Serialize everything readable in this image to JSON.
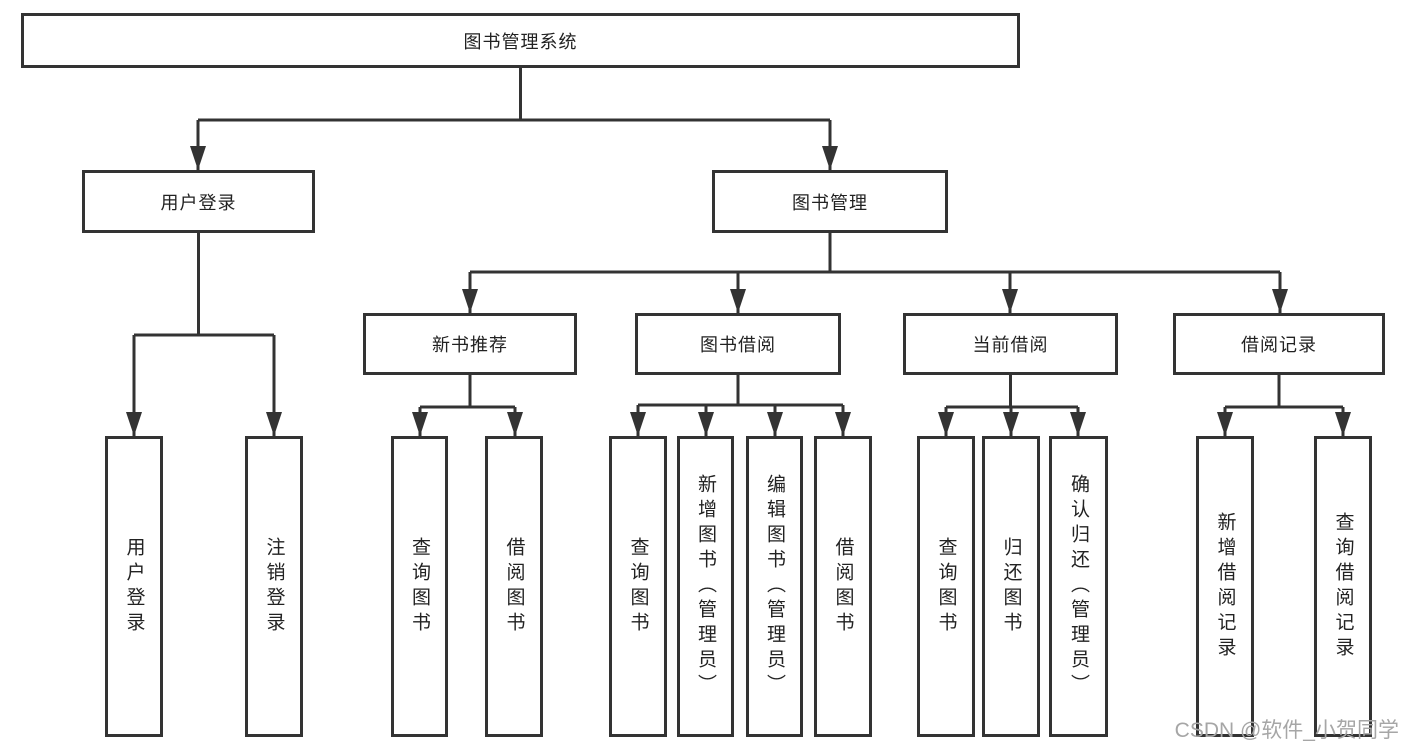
{
  "tree": {
    "label": "图书管理系统",
    "children": [
      {
        "label": "用户登录",
        "children": [
          {
            "label": "用户登录"
          },
          {
            "label": "注销登录"
          }
        ]
      },
      {
        "label": "图书管理",
        "children": [
          {
            "label": "新书推荐",
            "children": [
              {
                "label": "查询图书"
              },
              {
                "label": "借阅图书"
              }
            ]
          },
          {
            "label": "图书借阅",
            "children": [
              {
                "label": "查询图书"
              },
              {
                "label": "新增图书（管理员）"
              },
              {
                "label": "编辑图书（管理员）"
              },
              {
                "label": "借阅图书"
              }
            ]
          },
          {
            "label": "当前借阅",
            "children": [
              {
                "label": "查询图书"
              },
              {
                "label": "归还图书"
              },
              {
                "label": "确认归还（管理员）"
              }
            ]
          },
          {
            "label": "借阅记录",
            "children": [
              {
                "label": "新增借阅记录"
              },
              {
                "label": "查询借阅记录"
              }
            ]
          }
        ]
      }
    ]
  },
  "watermark": "CSDN @软件_小贺同学",
  "colors": {
    "line": "#333333",
    "text": "#222222",
    "box_background": "#ffffff",
    "watermark": "#a6a6a6"
  }
}
